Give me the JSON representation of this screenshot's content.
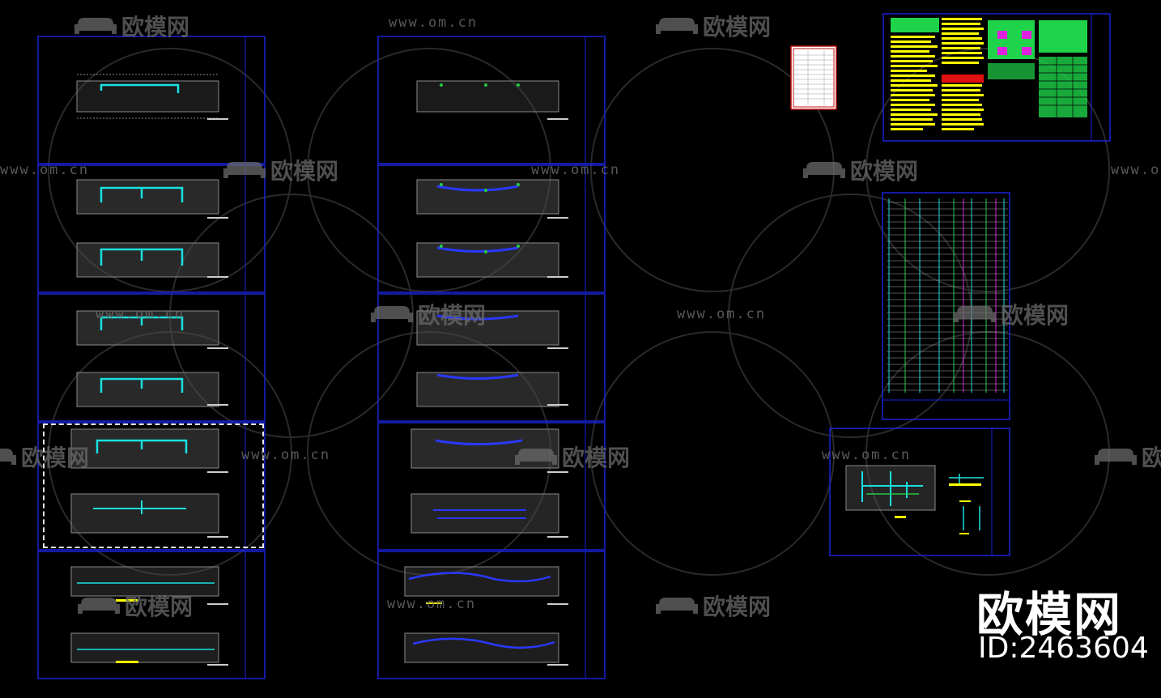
{
  "watermark": {
    "url": "www.om.cn",
    "logo_text": "欧模网"
  },
  "brand": {
    "name": "欧模网",
    "id_label": "ID:2463604"
  },
  "colors": {
    "background": "#000000",
    "sheet_border": "#1a22d6",
    "pipe_cyan": "#19e0e0",
    "pipe_blue": "#2a38ff",
    "pipe_green": "#22cc44",
    "table_yellow": "#ffff00",
    "table_green": "#1fd34a",
    "table_red": "#e01010",
    "table_magenta": "#e020e0",
    "selection": "#e8e8e8"
  }
}
